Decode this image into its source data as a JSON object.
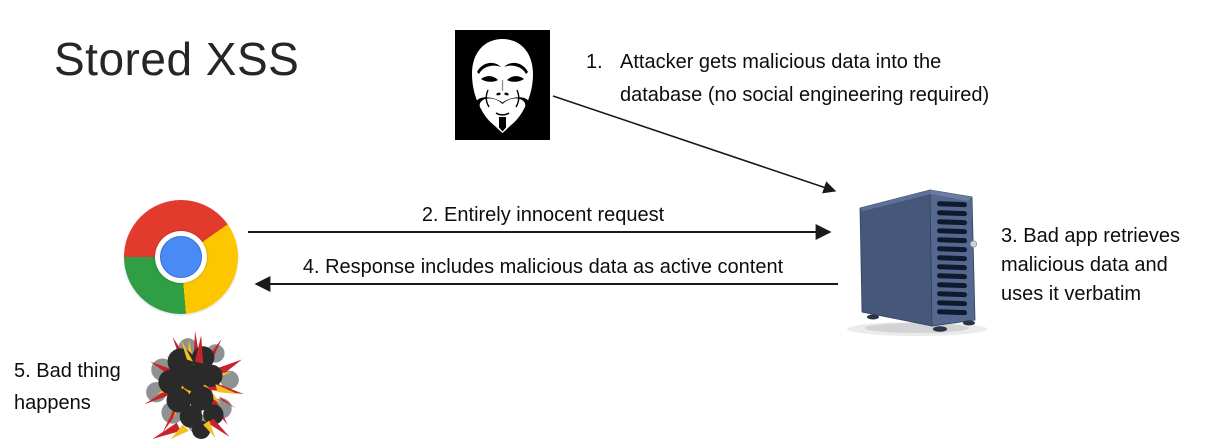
{
  "title": "Stored XSS",
  "diagram": {
    "step1": {
      "number": "1.",
      "text": "Attacker gets malicious data into the database (no social engineering required)"
    },
    "step2": {
      "label": "2. Entirely innocent request"
    },
    "step3": {
      "label": "3. Bad app retrieves malicious data and uses it verbatim"
    },
    "step4": {
      "label": "4. Response includes malicious data as active content"
    },
    "step5": {
      "label": "5. Bad thing happens"
    }
  },
  "icons": {
    "attacker": "anonymous-guy-fawkes-mask",
    "browser": "chrome-browser-logo",
    "server": "server-tower",
    "explosion": "explosion"
  },
  "colors": {
    "background": "#ffffff",
    "text": "#0d0d0d",
    "arrow": "#1a1a1a",
    "chrome_red": "#e23b2e",
    "chrome_yellow": "#fcc700",
    "chrome_green": "#2f9e44",
    "chrome_blue": "#4a8af4",
    "server_side": "#46587a",
    "server_front": "#55688f",
    "server_vent": "#101a2e",
    "explosion_dark": "#2b2a2a",
    "explosion_gray": "#8f9293",
    "explosion_red": "#c8232c",
    "explosion_yellow": "#f3c01d"
  }
}
